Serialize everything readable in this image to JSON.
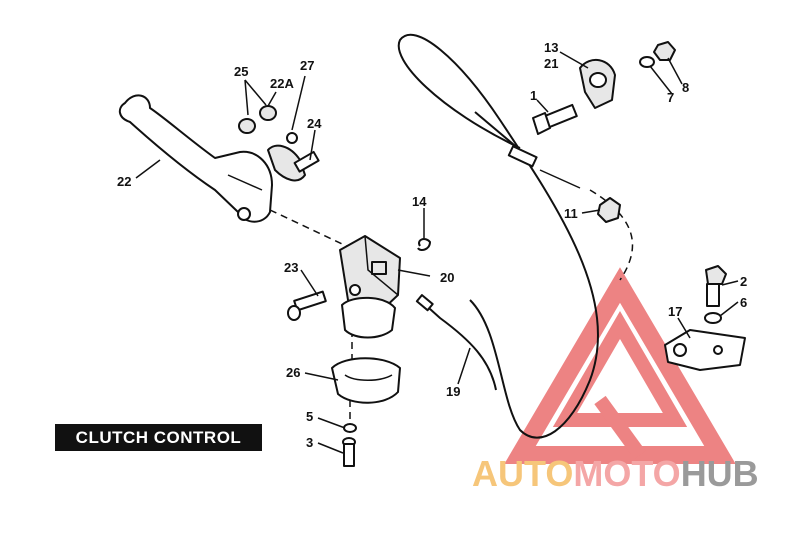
{
  "title": "CLUTCH CONTROL",
  "callouts": [
    {
      "id": "25",
      "text": "25"
    },
    {
      "id": "22A",
      "text": "22A"
    },
    {
      "id": "27",
      "text": "27"
    },
    {
      "id": "24",
      "text": "24"
    },
    {
      "id": "22",
      "text": "22"
    },
    {
      "id": "14",
      "text": "14"
    },
    {
      "id": "23",
      "text": "23"
    },
    {
      "id": "20",
      "text": "20"
    },
    {
      "id": "26",
      "text": "26"
    },
    {
      "id": "5",
      "text": "5"
    },
    {
      "id": "3",
      "text": "3"
    },
    {
      "id": "19",
      "text": "19"
    },
    {
      "id": "13",
      "text": "13"
    },
    {
      "id": "21",
      "text": "21"
    },
    {
      "id": "1",
      "text": "1"
    },
    {
      "id": "8",
      "text": "8"
    },
    {
      "id": "7",
      "text": "7"
    },
    {
      "id": "11",
      "text": "11"
    },
    {
      "id": "2",
      "text": "2"
    },
    {
      "id": "6",
      "text": "6"
    },
    {
      "id": "17",
      "text": "17"
    }
  ],
  "watermark": {
    "part1": "AUTO",
    "part2": "MOTO",
    "part3": "HUB",
    "colors": {
      "triangle": "#e85a5a",
      "auto": "#f6c67a",
      "moto": "#f4a6a6",
      "hub": "#9a9a9a"
    }
  }
}
